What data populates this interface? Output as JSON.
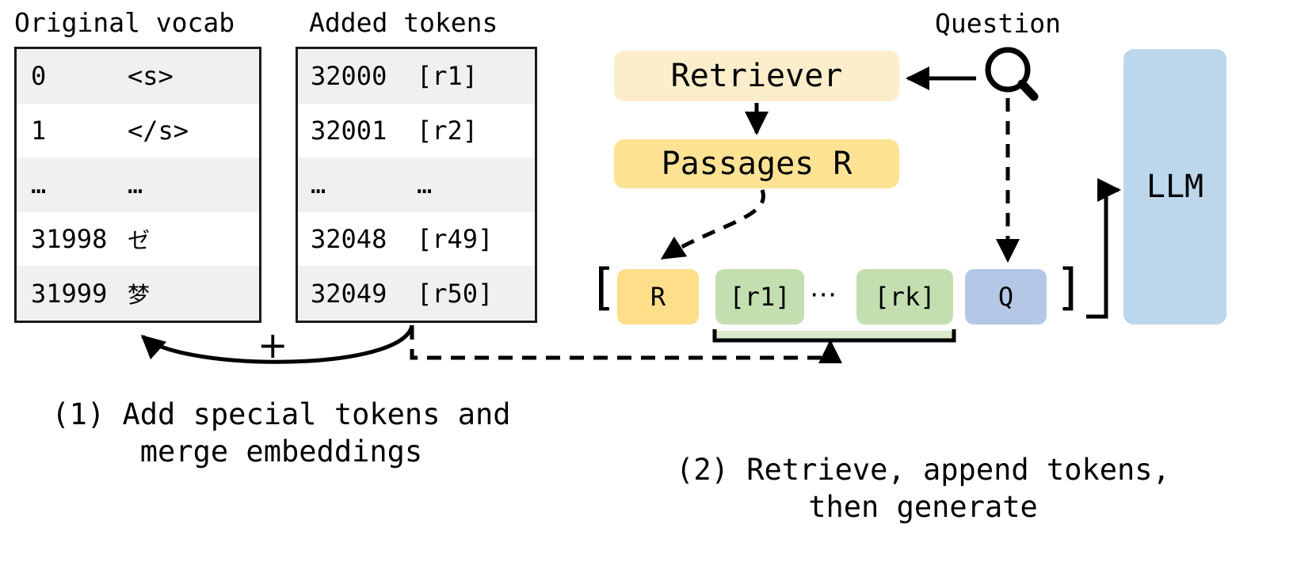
{
  "figure": {
    "type": "diagram",
    "background": "#ffffff"
  },
  "colors": {
    "retriever_box": "#FDEECB",
    "passages_box": "#FFE395",
    "seq_r_box": "#FFDE8A",
    "seq_token_box": "#C3DFAF",
    "seq_q_box": "#B4C7E7",
    "llm_box": "#BCD7EC",
    "underbrace_band": "#D9EBCB",
    "table_row_alt": "#F0F0F0",
    "table_border": "#1A1A1A",
    "stroke": "#000000"
  },
  "panel_left": {
    "headers": {
      "original": "Original vocab",
      "added": "Added tokens"
    },
    "original_table": {
      "rows": [
        {
          "id": "0",
          "token": "<s>",
          "cjk": false
        },
        {
          "id": "1",
          "token": "</s>",
          "cjk": false
        },
        {
          "id": "…",
          "token": "…",
          "cjk": false
        },
        {
          "id": "31998",
          "token": "ゼ",
          "cjk": true
        },
        {
          "id": "31999",
          "token": "梦",
          "cjk": true
        }
      ]
    },
    "added_table": {
      "rows": [
        {
          "id": "32000",
          "token": "[r1]",
          "cjk": false
        },
        {
          "id": "32001",
          "token": "[r2]",
          "cjk": false
        },
        {
          "id": "…",
          "token": "…",
          "cjk": false
        },
        {
          "id": "32048",
          "token": "[r49]",
          "cjk": false
        },
        {
          "id": "32049",
          "token": "[r50]",
          "cjk": false
        }
      ]
    },
    "merge_operator": "+",
    "caption": "(1) Add special tokens and\nmerge embeddings"
  },
  "panel_right": {
    "retriever_label": "Retriever",
    "passages_label": "Passages R",
    "question_label": "Question",
    "llm_label": "LLM",
    "sequence": {
      "bracket_open": "[",
      "bracket_close": "]",
      "items": [
        {
          "label": "R",
          "kind": "passages"
        },
        {
          "label": "[r1]",
          "kind": "token"
        },
        {
          "label": "⋯",
          "kind": "ellipsis"
        },
        {
          "label": "[rk]",
          "kind": "token"
        }
      ],
      "query_item": {
        "label": "Q",
        "kind": "query"
      },
      "dots": "⋯"
    },
    "caption": "(2) Retrieve, append tokens,\nthen generate"
  },
  "icons": {
    "search": "search-icon"
  }
}
